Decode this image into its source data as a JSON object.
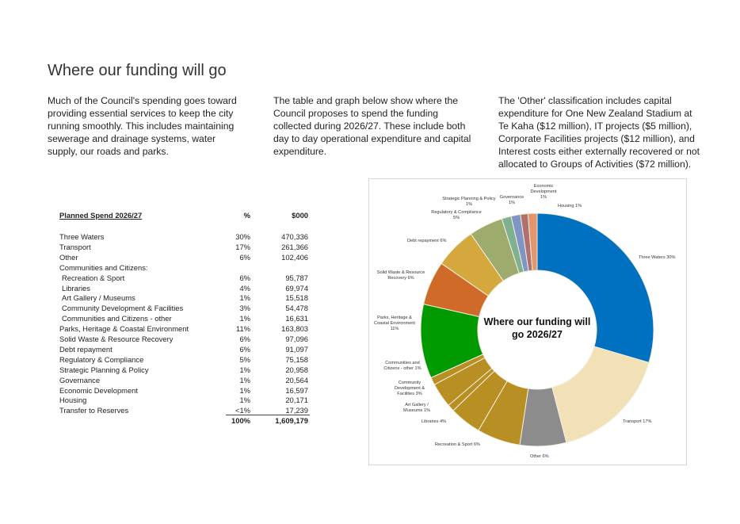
{
  "title": "Where our funding will go",
  "paragraphs": [
    "Much of the Council's spending goes toward providing essential services to keep the city running smoothly. This includes maintaining sewerage and drainage systems, water supply, our roads and parks.",
    "The table and graph below show where the Council proposes to spend the funding collected during 2026/27. These include both day to day operational expenditure and capital expenditure.",
    "The 'Other' classification includes capital expenditure for One New Zealand Stadium at Te Kaha ($12 million), IT projects ($5 million), Corporate Facilities projects ($12 million), and Interest costs either externally recovered or not allocated to Groups of Activities ($72 million)."
  ],
  "table": {
    "title": "Planned Spend 2026/27",
    "col_pct": "%",
    "col_amt": "$000",
    "rows": [
      {
        "label": "Three Waters",
        "pct": "30%",
        "amt": "470,336"
      },
      {
        "label": "Transport",
        "pct": "17%",
        "amt": "261,366"
      },
      {
        "label": "Other",
        "pct": "6%",
        "amt": "102,406"
      },
      {
        "label": "Communities and Citizens:",
        "pct": "",
        "amt": ""
      },
      {
        "label": "Recreation & Sport",
        "pct": "6%",
        "amt": "95,787",
        "indent": true
      },
      {
        "label": "Libraries",
        "pct": "4%",
        "amt": "69,974",
        "indent": true
      },
      {
        "label": "Art Gallery / Museums",
        "pct": "1%",
        "amt": "15,518",
        "indent": true
      },
      {
        "label": "Community Development & Facilities",
        "pct": "3%",
        "amt": "54,478",
        "indent": true
      },
      {
        "label": "Communities and Citizens - other",
        "pct": "1%",
        "amt": "16,631",
        "indent": true
      },
      {
        "label": "Parks, Heritage & Coastal Environment",
        "pct": "11%",
        "amt": "163,803"
      },
      {
        "label": "Solid Waste & Resource Recovery",
        "pct": "6%",
        "amt": "97,096"
      },
      {
        "label": "Debt repayment",
        "pct": "6%",
        "amt": "91,097"
      },
      {
        "label": "Regulatory & Compliance",
        "pct": "5%",
        "amt": "75,158"
      },
      {
        "label": "Strategic Planning & Policy",
        "pct": "1%",
        "amt": "20,958"
      },
      {
        "label": "Governance",
        "pct": "1%",
        "amt": "20,564"
      },
      {
        "label": "Economic Development",
        "pct": "1%",
        "amt": "16,597"
      },
      {
        "label": "Housing",
        "pct": "1%",
        "amt": "20,171"
      },
      {
        "label": "Transfer to Reserves",
        "pct": "<1%",
        "amt": "17,239"
      }
    ],
    "total_pct": "100%",
    "total_amt": "1,609,179"
  },
  "chart_data": {
    "type": "pie",
    "title": "Where our funding will go 2026/27",
    "slices": [
      {
        "name": "Three Waters",
        "value": 470336,
        "label": "Three Waters 30%",
        "color": "#0070c0"
      },
      {
        "name": "Transport",
        "value": 261366,
        "label": "Transport 17%",
        "color": "#f2e1b6"
      },
      {
        "name": "Other",
        "value": 102406,
        "label": "Other 6%",
        "color": "#8c8c8c"
      },
      {
        "name": "Recreation & Sport",
        "value": 95787,
        "label": "Recreation & Sport 6%",
        "color": "#b88f22"
      },
      {
        "name": "Libraries",
        "value": 69974,
        "label": "Libraries 4%",
        "color": "#b88f22"
      },
      {
        "name": "Art Gallery / Museums",
        "value": 15518,
        "label": "Art Gallery / Museums 1%",
        "color": "#b88f22"
      },
      {
        "name": "Community Development & Facilities",
        "value": 54478,
        "label": "Community Development & Facilities 3%",
        "color": "#b88f22"
      },
      {
        "name": "Communities and Citizens - other",
        "value": 16631,
        "label": "Communities and Citizens - other 1%",
        "color": "#b88f22"
      },
      {
        "name": "Parks, Heritage & Coastal Environment",
        "value": 163803,
        "label": "Parks, Heritage & Coastal Environment 11%",
        "color": "#009a00"
      },
      {
        "name": "Solid Waste & Resource Recovery",
        "value": 97096,
        "label": "Solid Waste & Resource Recovery 6%",
        "color": "#d06a28"
      },
      {
        "name": "Debt repayment",
        "value": 91097,
        "label": "Debt repayment 6%",
        "color": "#d4a83c"
      },
      {
        "name": "Regulatory & Compliance",
        "value": 75158,
        "label": "Regulatory & Compliance 5%",
        "color": "#9dab6d"
      },
      {
        "name": "Strategic Planning & Policy",
        "value": 20958,
        "label": "Strategic Planning & Policy 1%",
        "color": "#7fb08f"
      },
      {
        "name": "Governance",
        "value": 20564,
        "label": "Governance 1%",
        "color": "#7f95c4"
      },
      {
        "name": "Economic Development",
        "value": 16597,
        "label": "Economic Development 1%",
        "color": "#b07070"
      },
      {
        "name": "Housing",
        "value": 20171,
        "label": "Housing 1%",
        "color": "#e3956b"
      }
    ]
  }
}
